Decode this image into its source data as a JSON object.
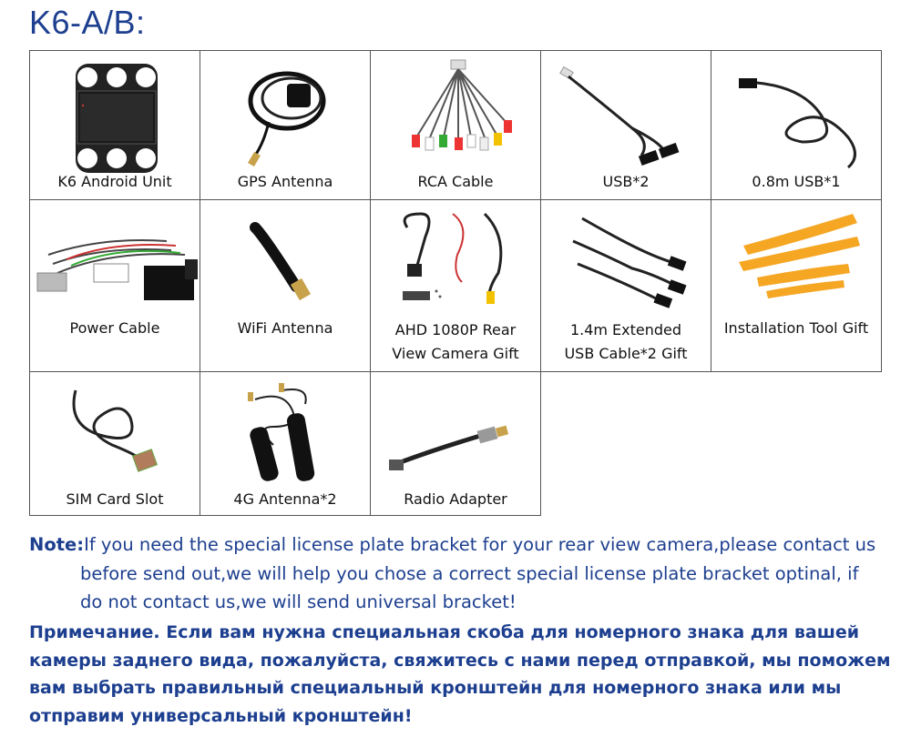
{
  "title": "K6-A/B:",
  "items": [
    {
      "label": "K6 Android Unit",
      "icon": "android-unit-icon"
    },
    {
      "label": "GPS Antenna",
      "icon": "gps-antenna-icon"
    },
    {
      "label": "RCA Cable",
      "icon": "rca-cable-icon"
    },
    {
      "label": "USB*2",
      "icon": "usb-cable-icon"
    },
    {
      "label": "0.8m USB*1",
      "icon": "usb-cable-icon"
    },
    {
      "label": "Power Cable",
      "icon": "power-cable-icon"
    },
    {
      "label": "WiFi Antenna",
      "icon": "wifi-antenna-icon"
    },
    {
      "label_line1": "AHD 1080P Rear",
      "label_line2": "View Camera Gift",
      "icon": "rear-camera-icon"
    },
    {
      "label_line1": "1.4m Extended",
      "label_line2": "USB Cable*2 Gift",
      "icon": "extended-usb-cable-icon"
    },
    {
      "label": "Installation Tool Gift",
      "icon": "installation-tool-icon"
    },
    {
      "label": "SIM Card Slot",
      "icon": "sim-slot-cable-icon"
    },
    {
      "label": "4G Antenna*2",
      "icon": "4g-antenna-icon"
    },
    {
      "label": "Radio Adapter",
      "icon": "radio-adapter-icon"
    }
  ],
  "note": {
    "prefix": "Note:",
    "line1": "If you need the special license plate bracket for your rear view camera,please contact us",
    "line2": "before send out,we will help you chose a correct special license plate bracket optinal, if",
    "line3": "do not contact us,we will send universal bracket!"
  },
  "note_ru": {
    "line1": "Примечание. Если вам нужна специальная скоба для номерного знака для вашей",
    "line2": "камеры заднего вида, пожалуйста, свяжитесь с нами перед отправкой, мы поможем",
    "line3": "вам выбрать правильный специальный кронштейн для номерного знака или мы",
    "line4": "отправим универсальный кронштейн!"
  },
  "colors": {
    "accent": "#1d3f8f",
    "tool_orange": "#f5a623"
  }
}
